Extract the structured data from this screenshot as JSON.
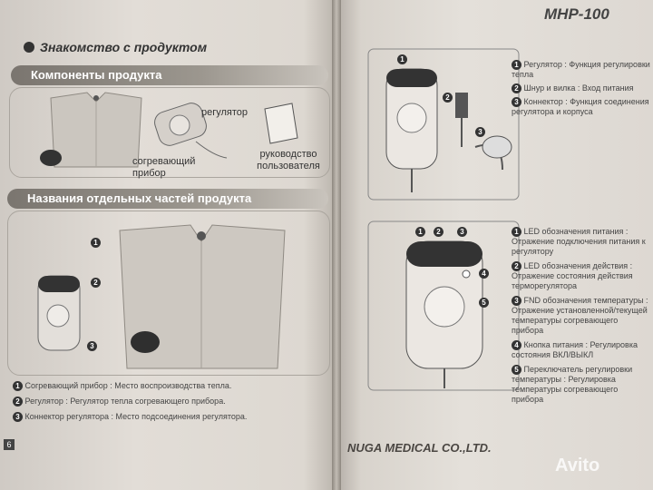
{
  "header": {
    "model": "MHP-100"
  },
  "left": {
    "intro_title": "Знакомство с продуктом",
    "components_title": "Компоненты продукта",
    "components": {
      "regulator": "регулятор",
      "heater": "согревающий прибор",
      "manual": "руководство пользователя"
    },
    "parts_title": "Названия отдельных частей продукта",
    "legend": [
      {
        "n": "1",
        "text": "Согревающий прибор : Место воспроизводства тепла."
      },
      {
        "n": "2",
        "text": "Регулятор : Регулятор тепла согревающего прибора."
      },
      {
        "n": "3",
        "text": "Коннектор регулятора : Место подсоединения регулятора."
      }
    ],
    "page_number": "6"
  },
  "right": {
    "top_items": [
      {
        "n": "1",
        "text": "Регулятор : Функция регулировки тепла"
      },
      {
        "n": "2",
        "text": "Шнур и вилка : Вход питания"
      },
      {
        "n": "3",
        "text": "Коннектор : Функция соединения регулятора и корпуса"
      }
    ],
    "bottom_items": [
      {
        "n": "1",
        "text": "LED обозначения питания : Отражение подключения питания к регулятору"
      },
      {
        "n": "2",
        "text": "LED обозначения действия : Отражение состояния действия терморегулятора"
      },
      {
        "n": "3",
        "text": "FND обозначения температуры : Отражение установленной/текущей температуры согревающего прибора"
      },
      {
        "n": "4",
        "text": "Кнопка питания : Регулировка состояния ВКЛ/ВЫКЛ"
      },
      {
        "n": "5",
        "text": "Переключатель регулировки температуры : Регулировка температуры согревающего прибора"
      }
    ],
    "brand": "NUGA MEDICAL CO.,LTD.",
    "watermark": "Avito"
  }
}
